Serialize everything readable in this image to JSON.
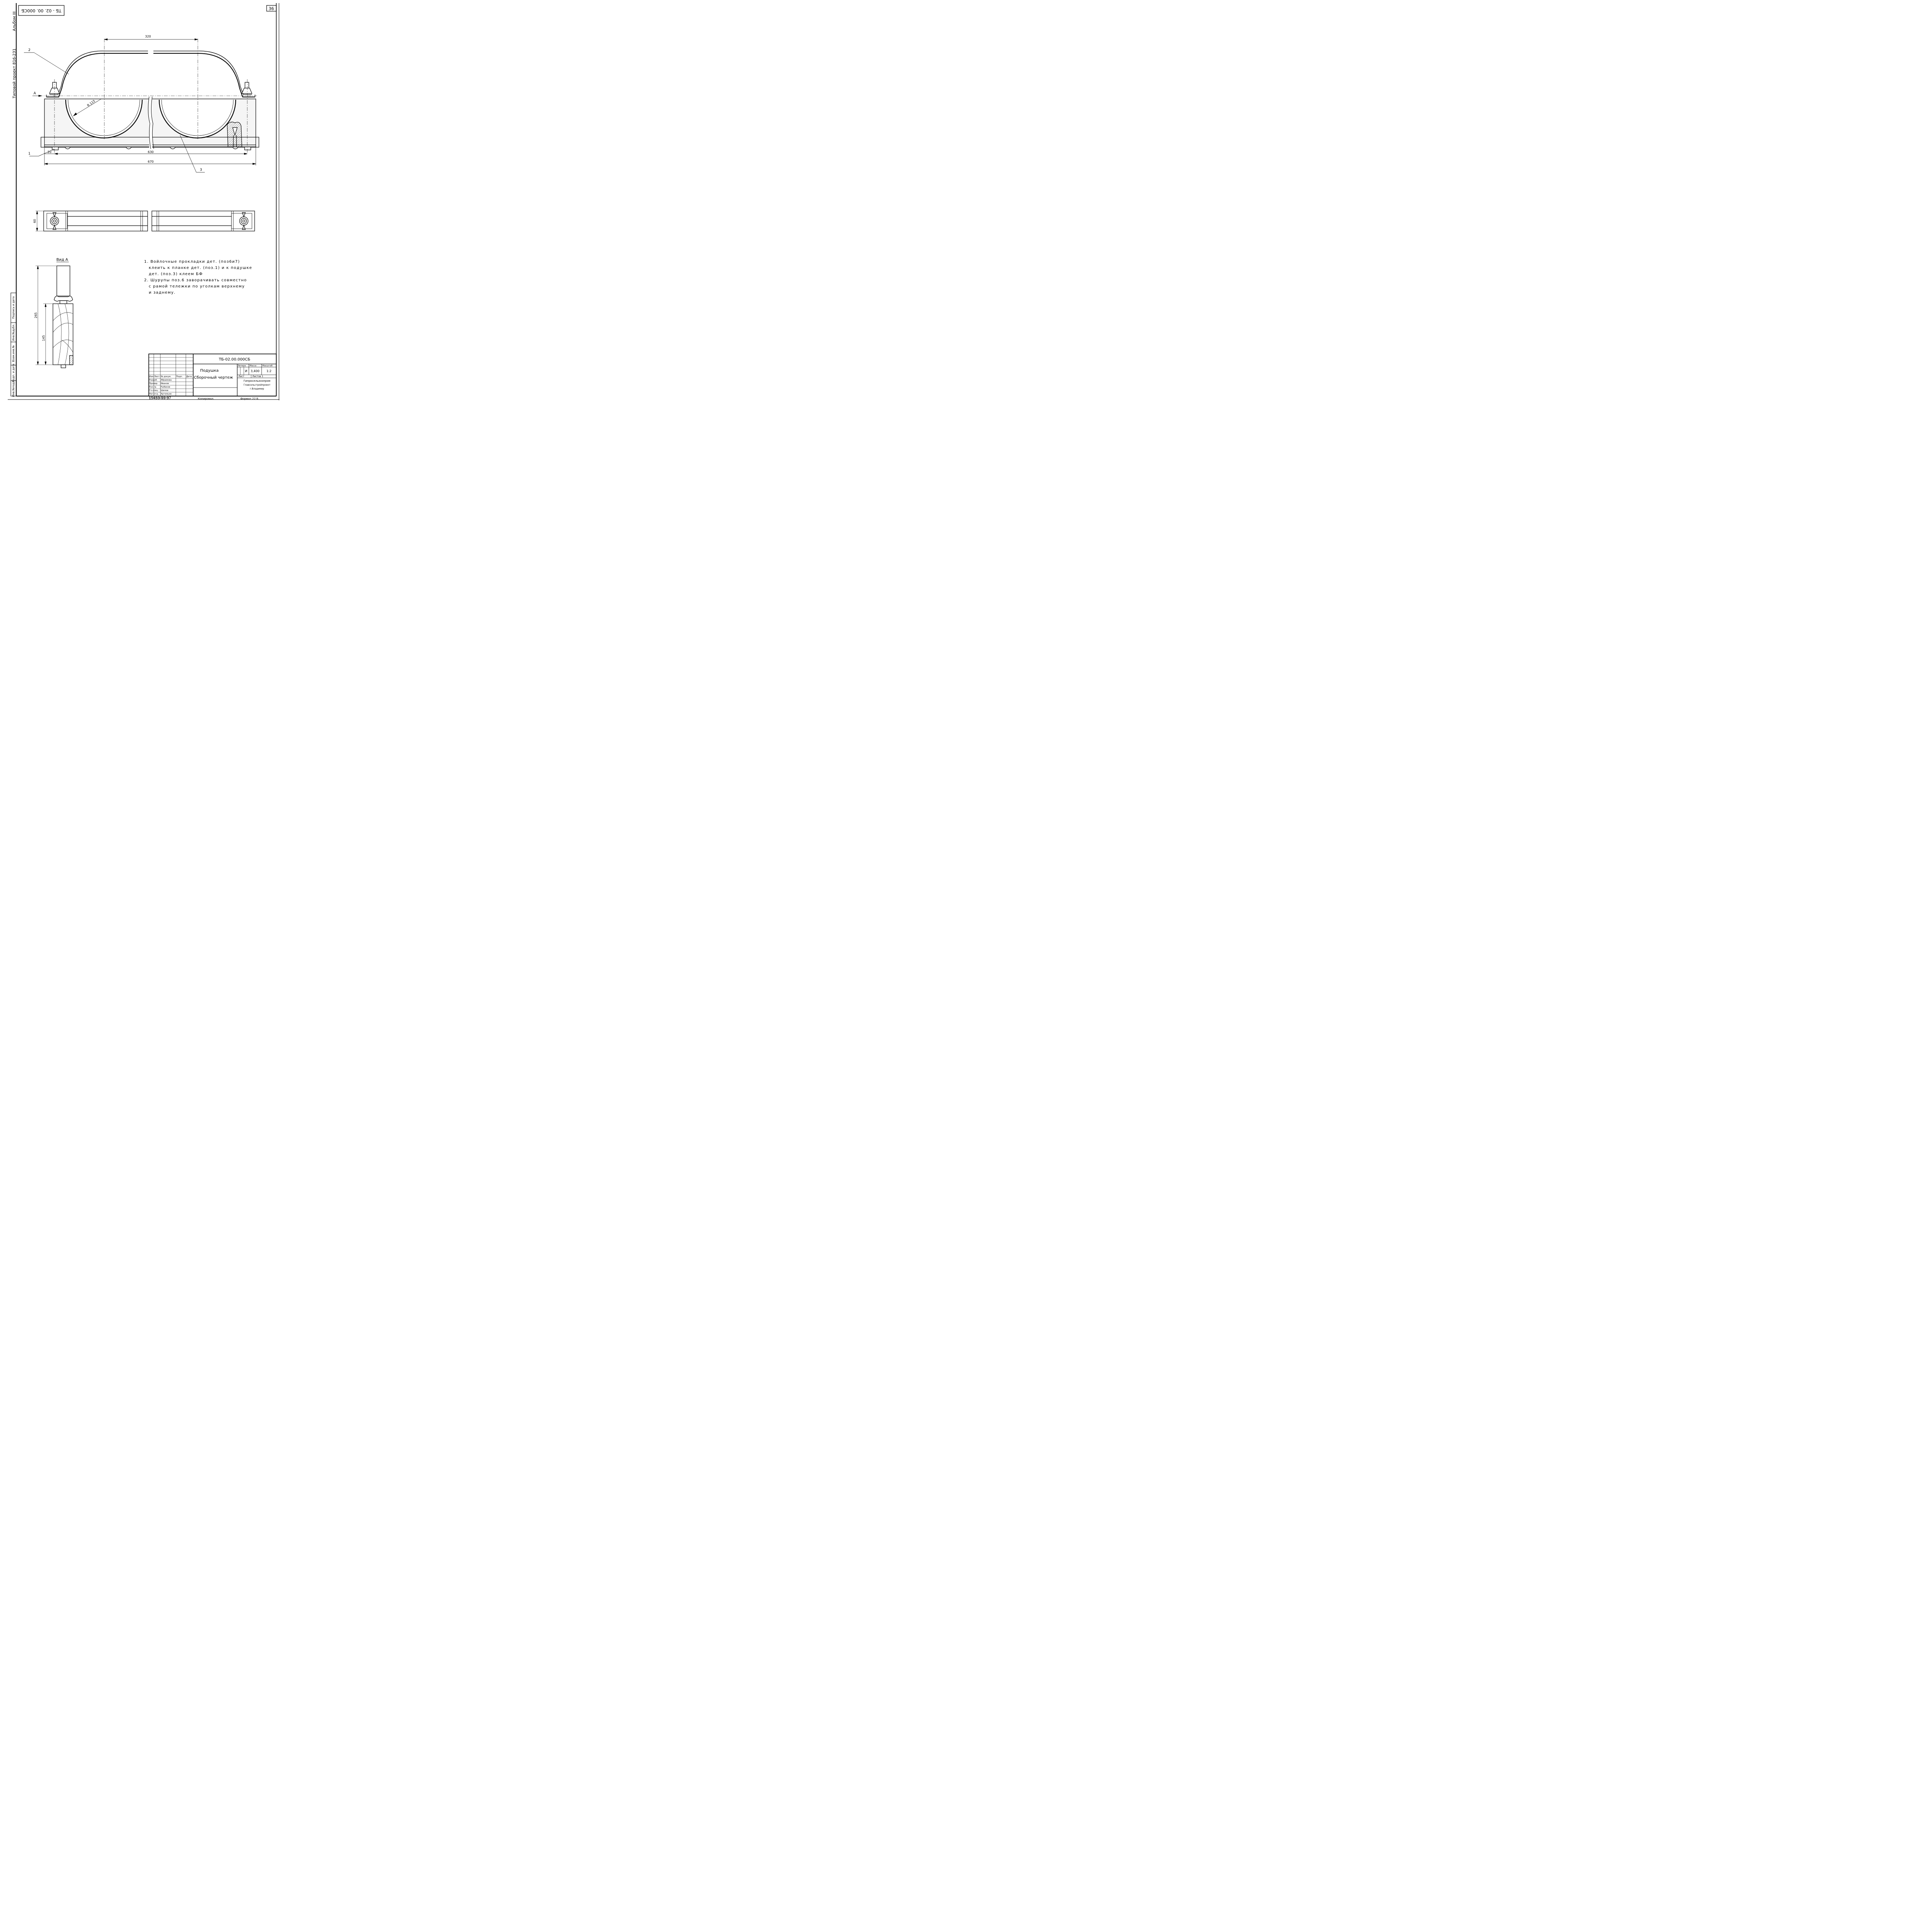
{
  "album": "Альбом III",
  "project": "Типовой проект 816-231",
  "sheet_number": "36",
  "rotated_code": "ТБ - 02. 00. 000СБ",
  "dimensions": {
    "d320": "320",
    "r115": "R 115",
    "d20": "20",
    "d630": "630",
    "d670": "670",
    "d60": "60",
    "d265": "265",
    "d145": "145"
  },
  "callouts": {
    "p1": "1",
    "p2": "2",
    "p3": "3",
    "view_a_mark": "А"
  },
  "view_a_title": "Вид А",
  "notes": [
    "1. Войлочные прокладки дет. (поз6и7)",
    "клеить к планке дет. (поз.1) и к подушке",
    "дет. (поз.3) клеем БФ",
    "2. Шурупы поз.6 заворачивать совместно",
    "с рамой тележки по уголкам верхнему",
    "и заднему."
  ],
  "side_stamp": {
    "c1": "Инв.№подл.",
    "c2": "Подп. и дата",
    "c3": "Взам.инв.№",
    "c4": "Инв.№дубл.",
    "c5": "Подпись и дата"
  },
  "title_block": {
    "code": "ТБ-02.00.000СБ",
    "name_line1": "Подушка",
    "name_line2": "Сборочный чертеж",
    "head": {
      "izm": "Изм",
      "list": "Лист",
      "doc": "№ докум.",
      "podp": "Подп.",
      "date": "Дата"
    },
    "roles": [
      {
        "role": "Разраб.",
        "name": "Абрамова"
      },
      {
        "role": "Провер.",
        "name": "Иванов"
      },
      {
        "role": "Рук.гр.",
        "name": "Рыбаков"
      },
      {
        "role": "Гл.спец.",
        "name": "Шипов"
      },
      {
        "role": "Нач.отд.",
        "name": "Артемьев"
      },
      {
        "role": "Гл.инж.пр.",
        "name": "Трынов"
      }
    ],
    "litera_label": "Литера",
    "massa_label": "Масса",
    "masshtab_label": "Масштаб",
    "litera": "И",
    "massa": "3,400",
    "masshtab": "1:2",
    "list_label": "Лист",
    "listov_label": "Листов 1",
    "org1": "Гипросельхозпром",
    "org2": "Главсельстройпроект",
    "org3": "г.Владимир"
  },
  "inventory": "15430-03  37",
  "copied": "Копировал.",
  "format": "Формат 22 Б"
}
